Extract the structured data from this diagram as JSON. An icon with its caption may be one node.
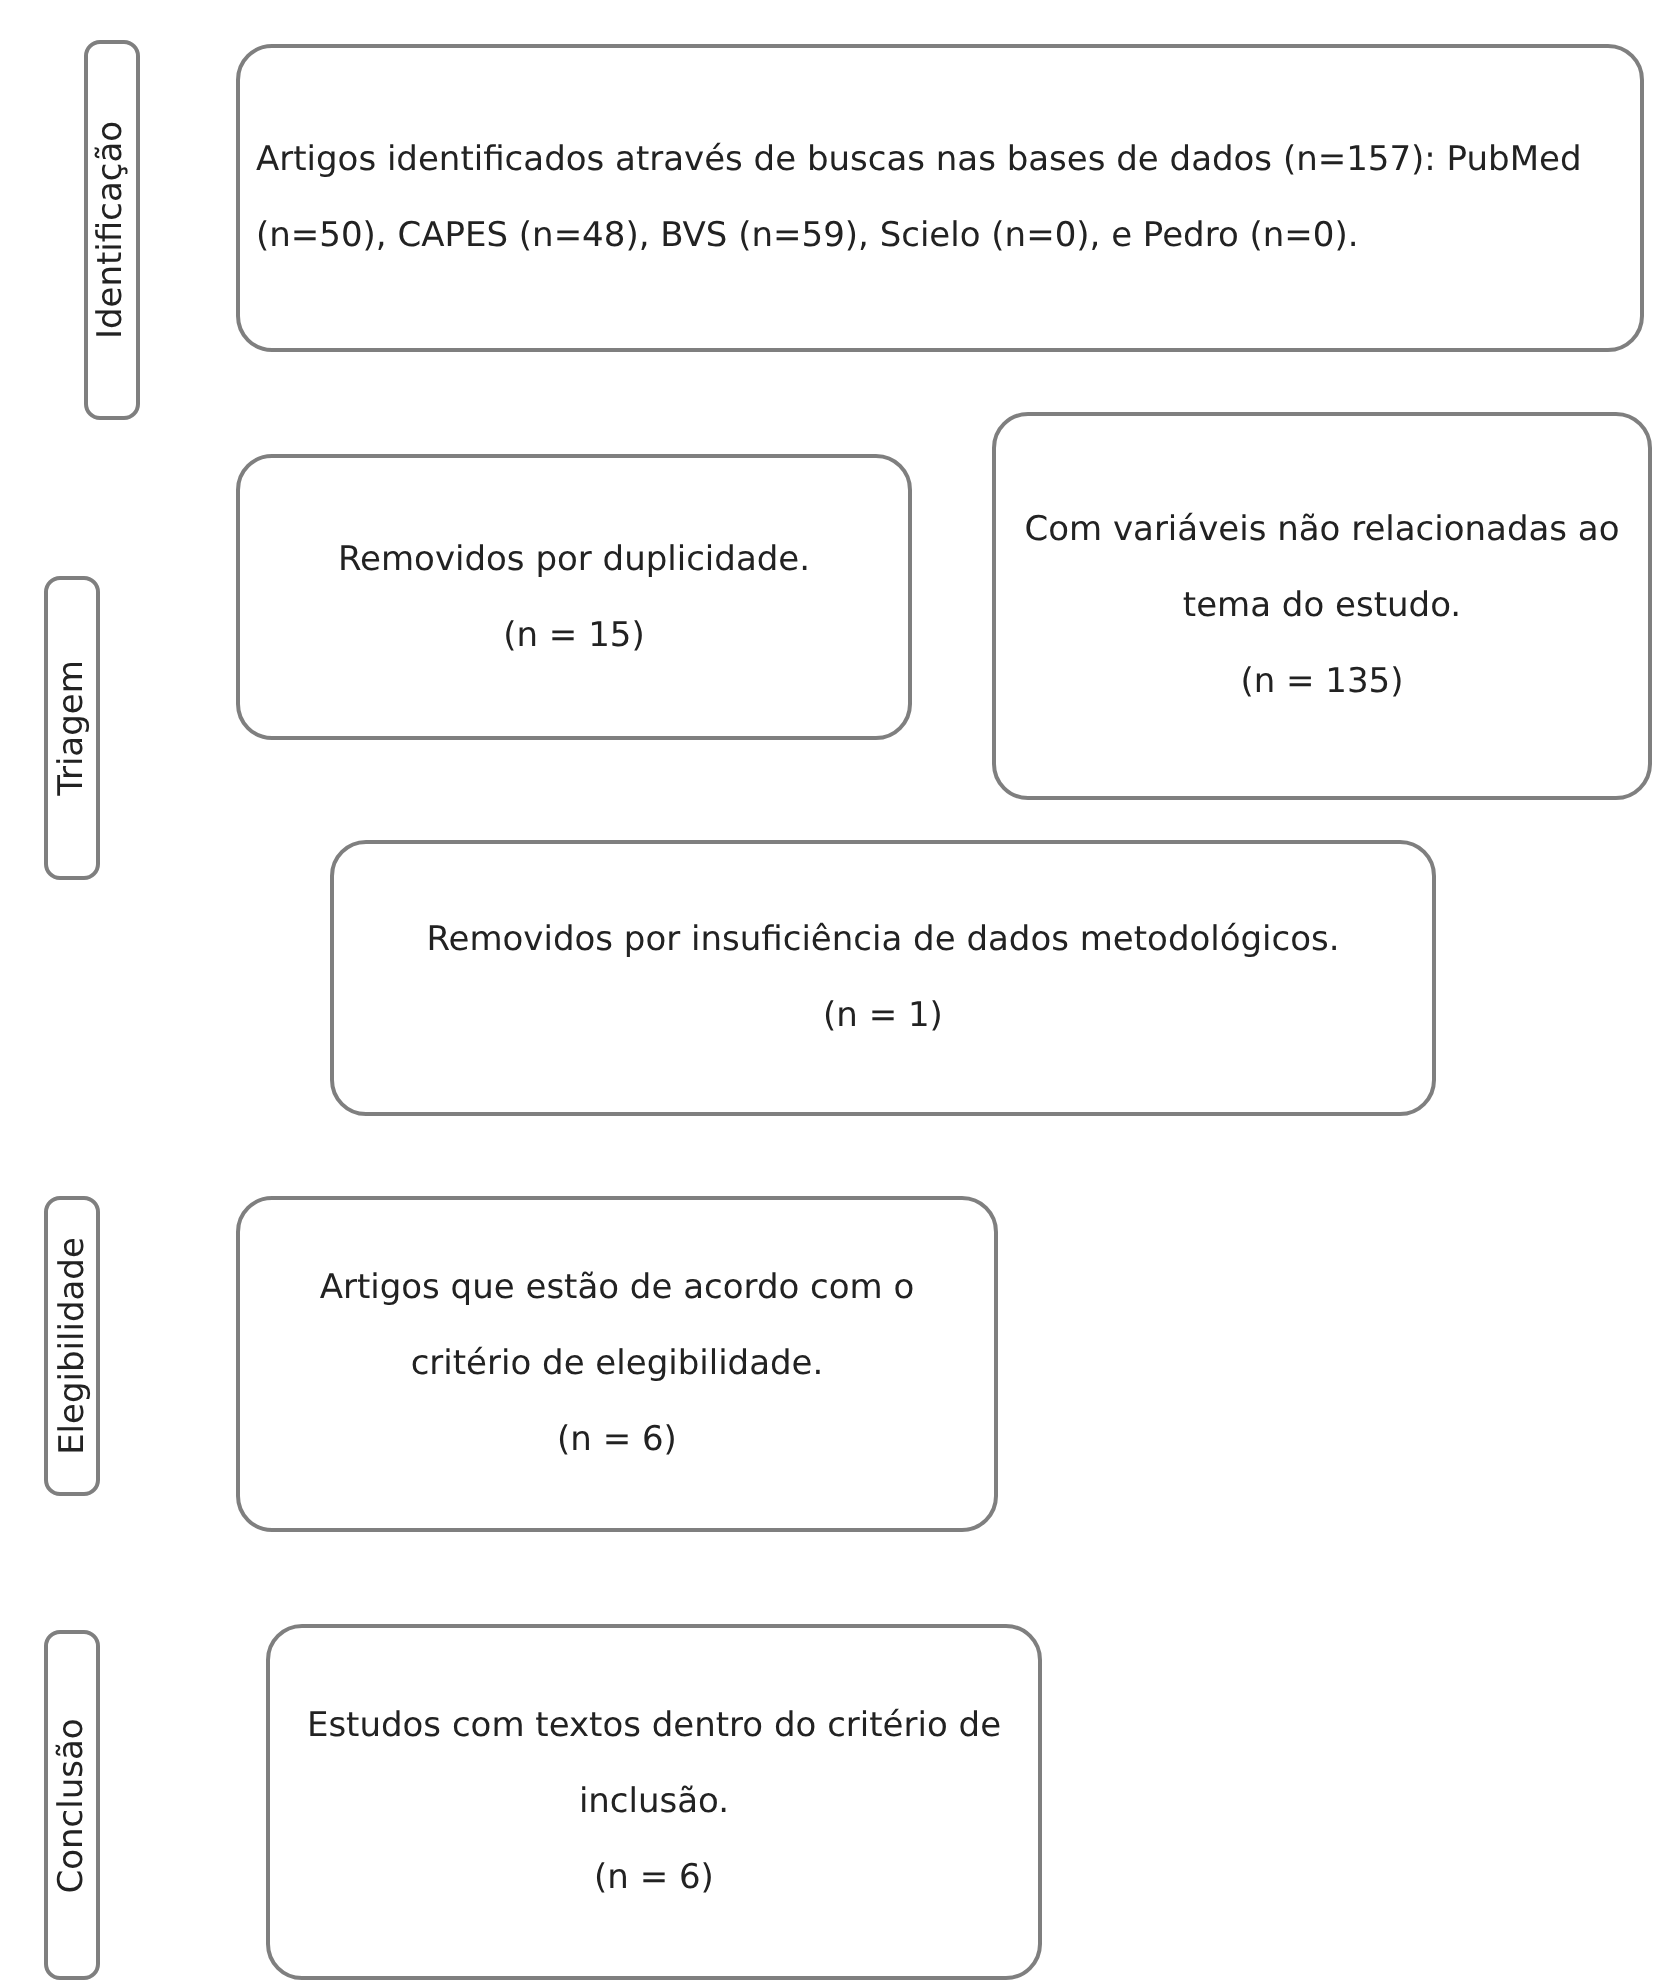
{
  "diagram": {
    "nodes": [
      {
        "text": [
          "Identificação"
        ]
      },
      {
        "text": [
          "Artigos identificados através de buscas nas bases de dados (n=157): PubMed (n=50), CAPES (n=48), BVS (n=59), Scielo (n=0), e Pedro (n=0)."
        ]
      },
      {
        "text": [
          "Triagem"
        ]
      },
      {
        "text": [
          "Removidos por duplicidade.",
          "(n = 15)"
        ]
      },
      {
        "text": [
          "Com variáveis não relacionadas ao tema do estudo.",
          "(n = 135)"
        ]
      },
      {
        "text": [
          "Removidos por insuficiência de dados metodológicos.",
          "(n = 1)"
        ]
      },
      {
        "text": [
          "Elegibilidade"
        ]
      },
      {
        "text": [
          "Artigos que estão de acordo com o critério de elegibilidade.",
          "(n = 6)"
        ]
      },
      {
        "text": [
          "Conclusão"
        ]
      },
      {
        "text": [
          "Estudos com textos dentro do critério de inclusão.",
          "(n = 6)"
        ]
      }
    ]
  }
}
